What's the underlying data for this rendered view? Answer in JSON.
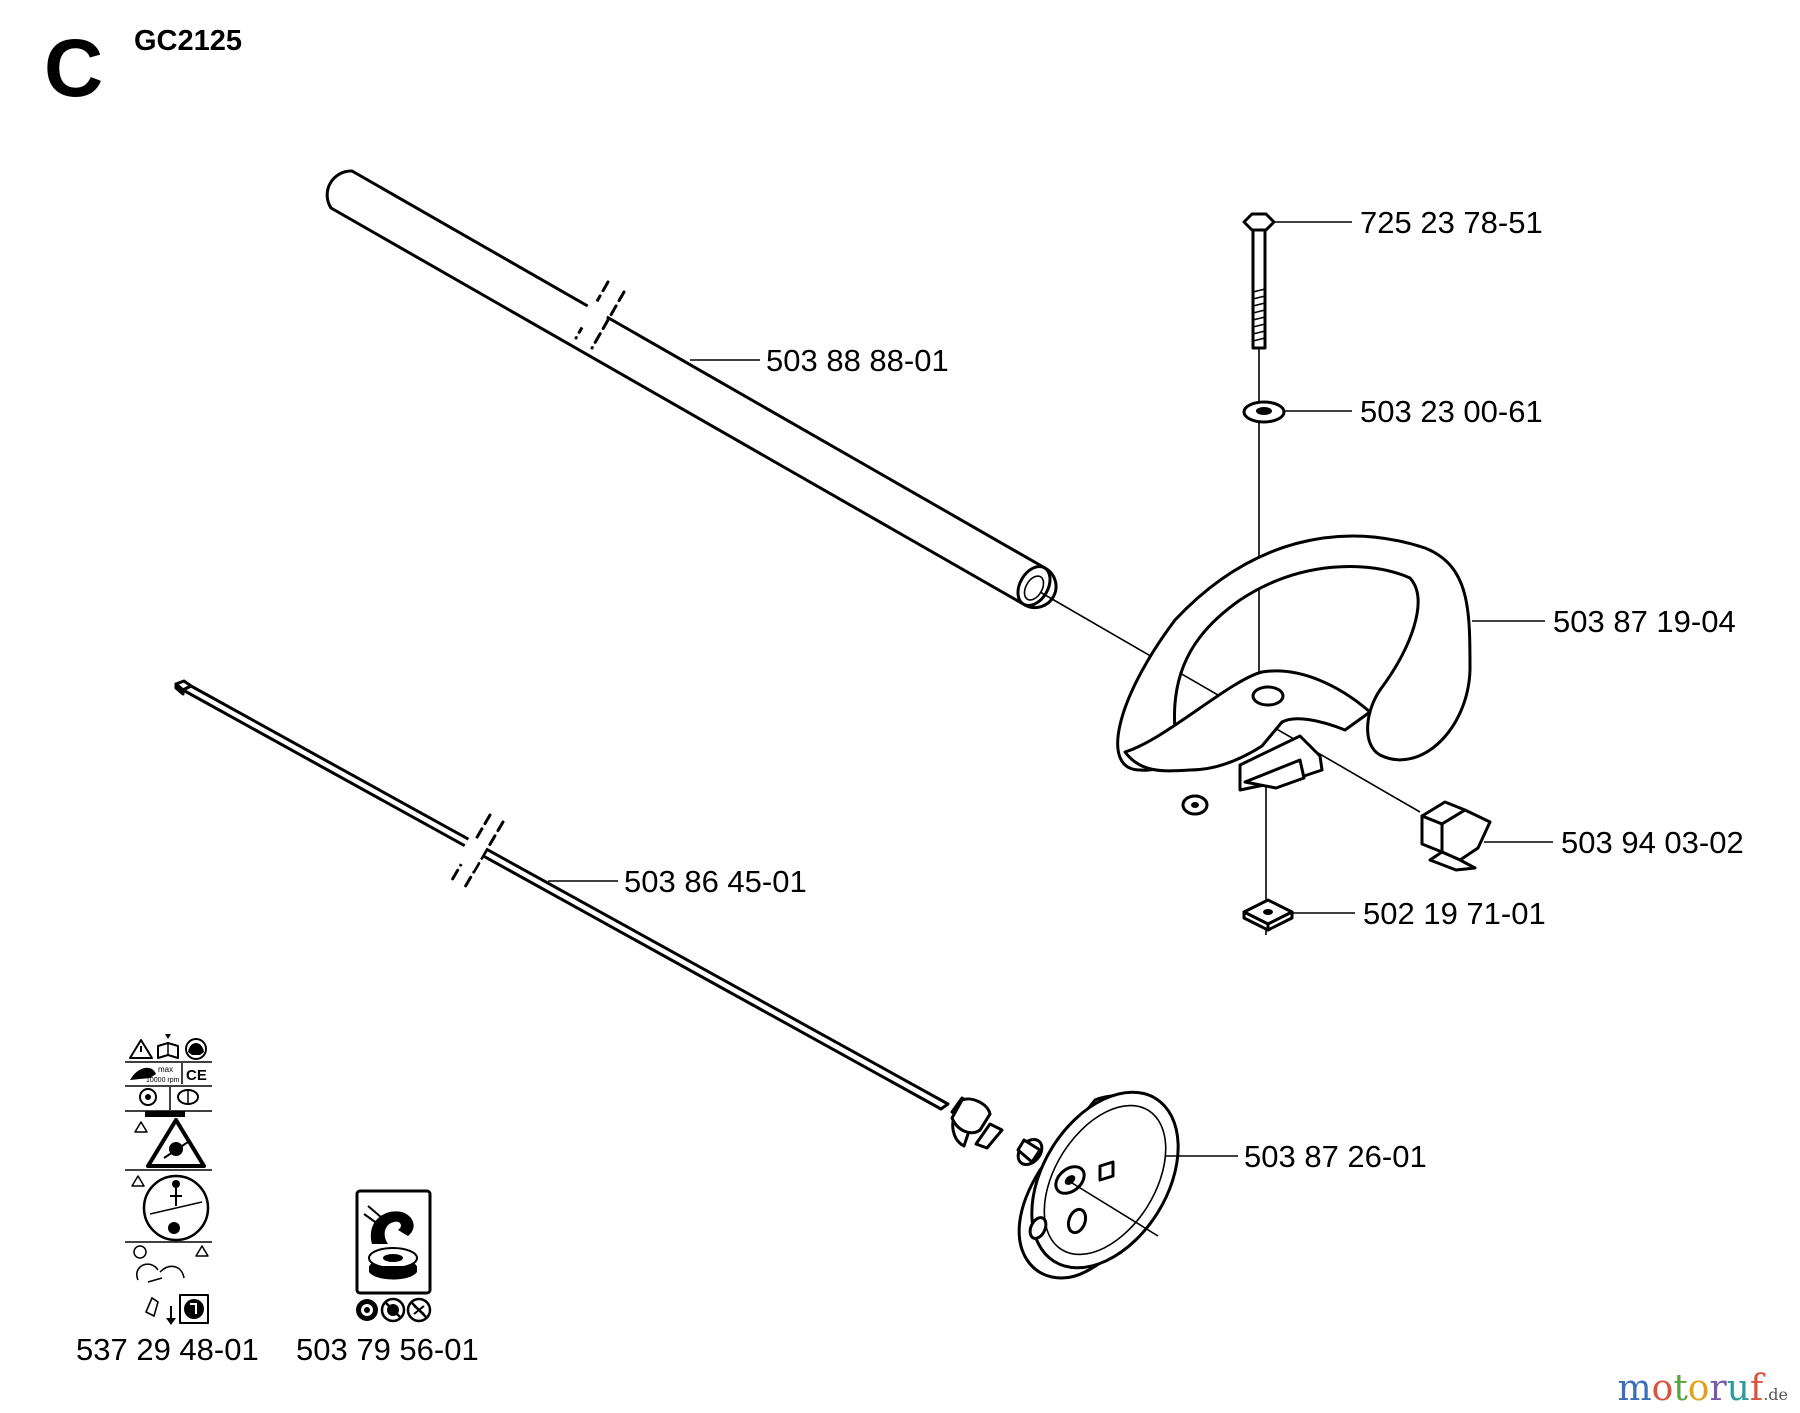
{
  "header": {
    "section_letter": "C",
    "model": "GC2125"
  },
  "parts": [
    {
      "id": "drive-tube",
      "number": "503 88 88-01"
    },
    {
      "id": "bolt",
      "number": "725 23 78-51"
    },
    {
      "id": "washer",
      "number": "503 23 00-61"
    },
    {
      "id": "loop-handle",
      "number": "503 87 19-04"
    },
    {
      "id": "handle-clamp",
      "number": "503 94 03-02"
    },
    {
      "id": "square-nut",
      "number": "502 19 71-01"
    },
    {
      "id": "drive-shaft",
      "number": "503 86 45-01"
    },
    {
      "id": "clutch-drum",
      "number": "503 87 26-01"
    },
    {
      "id": "decal-kit",
      "number": "537 29 48-01"
    },
    {
      "id": "trimmer-head-decal",
      "number": "503 79 56-01"
    }
  ],
  "decal_text": {
    "max_label": "max",
    "rpm_label": "10000 rpm",
    "ce_mark": "CE"
  },
  "watermark": {
    "letters": [
      "m",
      "o",
      "t",
      "o",
      "r",
      "u",
      "f"
    ],
    "tld": ".de"
  }
}
